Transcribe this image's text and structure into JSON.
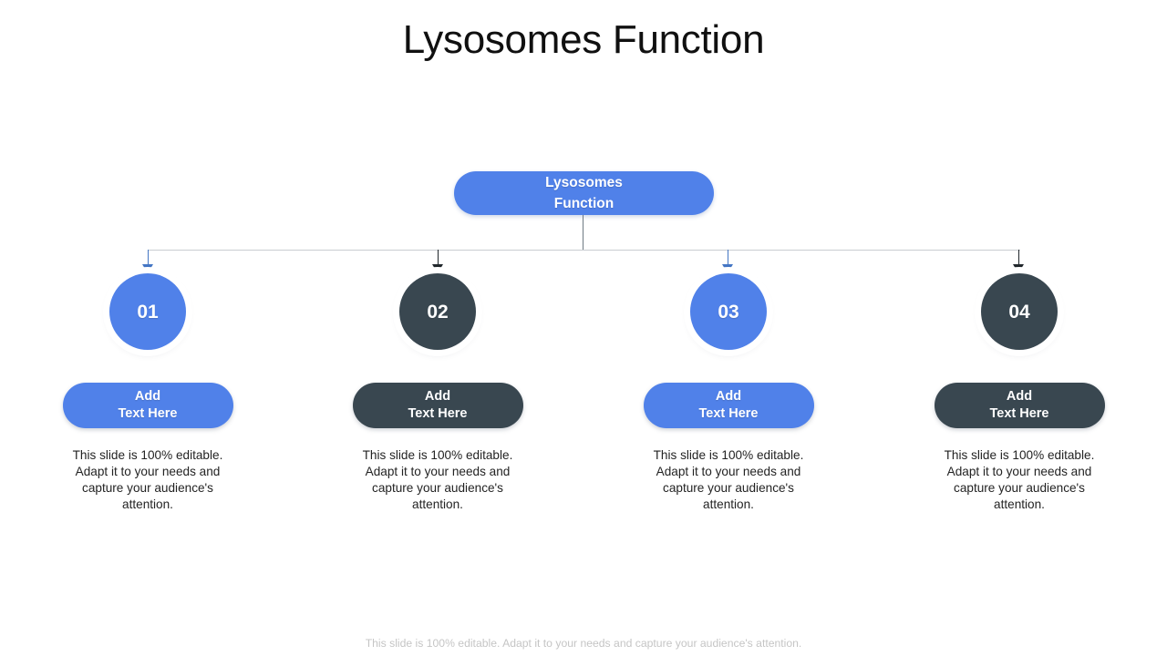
{
  "slide": {
    "title": "Lysosomes Function",
    "footer_note": "This slide is 100% editable. Adapt it to your needs and capture your audience's attention.",
    "background_color": "#ffffff"
  },
  "colors": {
    "accent_blue": "#5081e9",
    "accent_dark": "#394750",
    "connector_line": "#c9cdd1",
    "arrow_blue": "#4476c4",
    "arrow_dark": "#21272c",
    "title_text": "#101010",
    "body_text": "#232323",
    "footer_text": "#c5c5c5"
  },
  "root_node": {
    "label": "Lysosomes\nFunction",
    "color": "#5081e9"
  },
  "connectors": {
    "arrows": [
      {
        "name": "arrow-to-node-01",
        "color": "#4476c4"
      },
      {
        "name": "arrow-to-node-02",
        "color": "#21272c"
      },
      {
        "name": "arrow-to-node-03",
        "color": "#4476c4"
      },
      {
        "name": "arrow-to-node-04",
        "color": "#21272c"
      }
    ]
  },
  "nodes": [
    {
      "number": "01",
      "circle_color": "#5081e9",
      "pill_label": "Add\nText Here",
      "pill_color": "#5081e9",
      "body": "This slide is 100% editable. Adapt it to your needs and capture your audience's attention."
    },
    {
      "number": "02",
      "circle_color": "#394750",
      "pill_label": "Add\nText Here",
      "pill_color": "#394750",
      "body": "This slide is 100% editable. Adapt it to your needs and capture your audience's attention."
    },
    {
      "number": "03",
      "circle_color": "#5081e9",
      "pill_label": "Add\nText Here",
      "pill_color": "#5081e9",
      "body": "This slide is 100% editable. Adapt it to your needs and capture your audience's attention."
    },
    {
      "number": "04",
      "circle_color": "#394750",
      "pill_label": "Add\nText Here",
      "pill_color": "#394750",
      "body": "This slide is 100% editable. Adapt it to your needs and capture your audience's attention."
    }
  ]
}
